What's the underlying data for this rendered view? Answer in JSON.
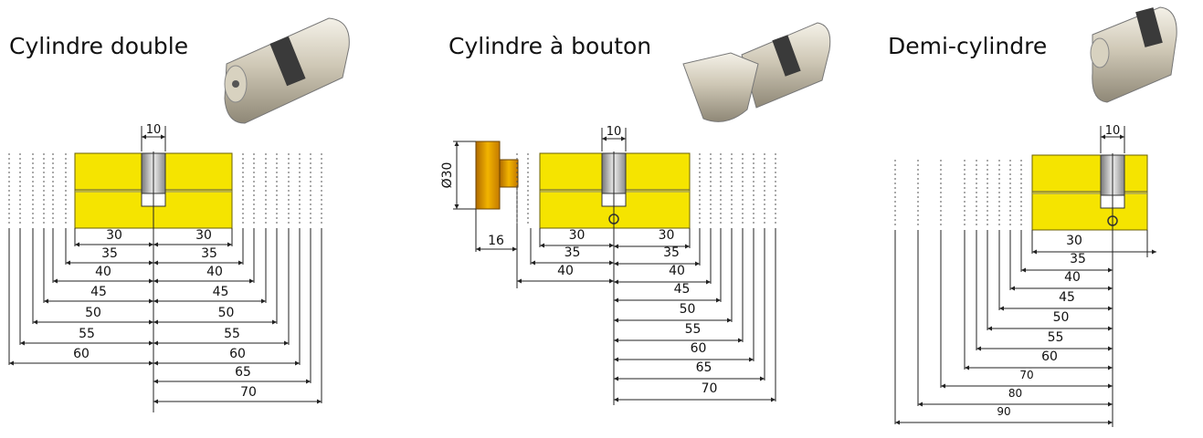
{
  "panels": [
    {
      "title": "Cylindre double",
      "gap": "10",
      "left": [
        "30",
        "35",
        "40",
        "45",
        "50",
        "55",
        "60"
      ],
      "right": [
        "30",
        "35",
        "40",
        "45",
        "50",
        "55",
        "60",
        "65",
        "70"
      ]
    },
    {
      "title": "Cylindre à bouton",
      "gap": "10",
      "knob_diameter": "Ø30",
      "knob_length": "16",
      "left": [
        "30",
        "35",
        "40"
      ],
      "right": [
        "30",
        "35",
        "40",
        "45",
        "50",
        "55",
        "60",
        "65",
        "70"
      ]
    },
    {
      "title": "Demi-cylindre",
      "gap": "10",
      "values": [
        "30",
        "35",
        "40",
        "45",
        "50",
        "55",
        "60",
        "70",
        "80",
        "90"
      ]
    }
  ],
  "colors": {
    "brass": "#f5e400",
    "brass_edge": "#6b6200",
    "line": "#222222",
    "knob": "#e0a000"
  },
  "icons": [
    "double-cylinder-photo-icon",
    "thumbturn-cylinder-photo-icon",
    "half-cylinder-photo-icon"
  ]
}
